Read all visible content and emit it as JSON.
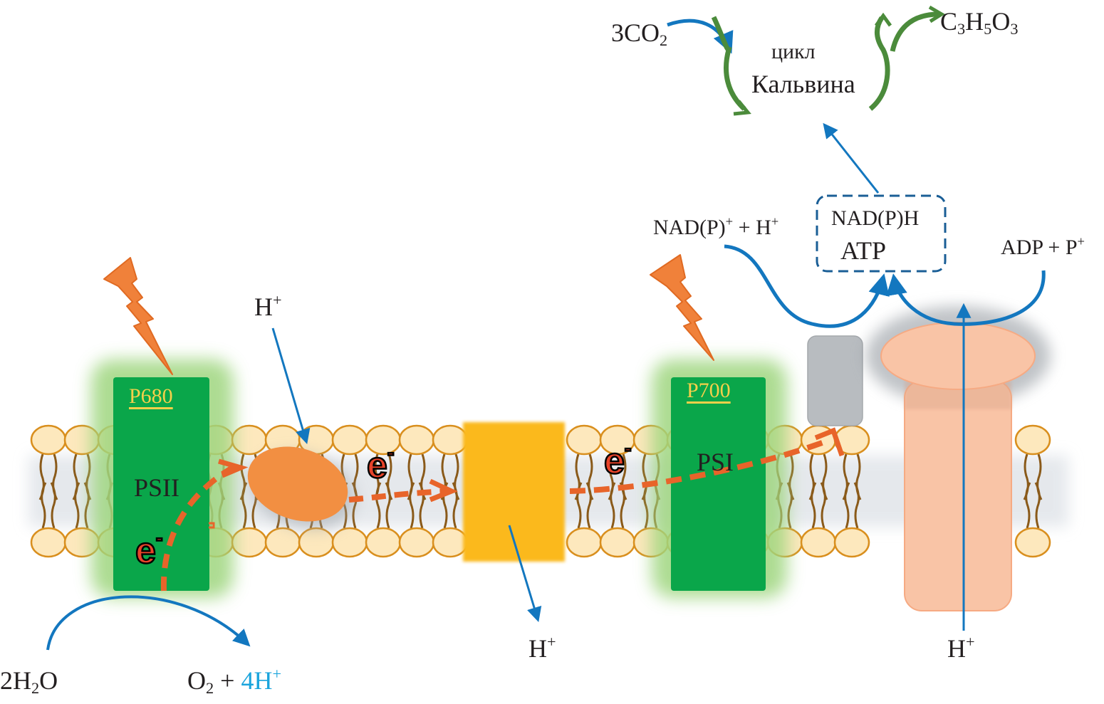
{
  "colors": {
    "electron_path": "#e8642a",
    "photon": "#f0813a",
    "photosystem": "#0aa64a",
    "photosystem_glow": "#9fd67f",
    "pigment_label": "#f5d04a",
    "plastoquinone": "#f28f42",
    "cytochrome": "#fbb91f",
    "ferredoxin": "#b8bcc0",
    "atp_synthase": "#f9c4a6",
    "lipid_head": "#fde8bd",
    "lipid_outline": "#d98f1e",
    "lipid_tail": "#8a5a1a",
    "proton_arrow": "#1377bf",
    "calvin_arrows": "#4b8b3b",
    "proton_highlight": "#1aa4dc"
  },
  "photosystem_ii": {
    "pigment": "P680",
    "name": "PSII",
    "electron": "e",
    "electron_charge": "-"
  },
  "plastoquinone": {
    "electron": "e",
    "electron_charge": "-"
  },
  "photosystem_i": {
    "pigment": "P700",
    "name": "PSI",
    "electron": "e",
    "electron_charge": "-"
  },
  "labels": {
    "proton_in_top": {
      "symbol": "H",
      "charge": "+"
    },
    "proton_cyt_bottom": {
      "symbol": "H",
      "charge": "+"
    },
    "proton_synthase_bottom": {
      "symbol": "H",
      "charge": "+"
    },
    "water": {
      "coef": "2H",
      "sub": "2",
      "rest": "O"
    },
    "oxygen_products": {
      "o": "O",
      "sub": "2",
      "plus": " + ",
      "protons": "4H",
      "charge": "+"
    },
    "nadp_reactants": {
      "text1": "NAD(P)",
      "sup1": "+",
      "text2": " + H",
      "sup2": "+"
    },
    "adp_reactants": {
      "text": "ADP + P",
      "sup": "+"
    },
    "products_box": {
      "line1": "NAD(P)H",
      "line2": "ATP"
    },
    "co2": {
      "text": "3CO",
      "sub": "2"
    },
    "calvin_line1": "цикл",
    "calvin_line2": "Кальвина",
    "c3": {
      "c": "C",
      "c_sub": "3",
      "h": "H",
      "h_sub": "5",
      "o": "O",
      "o_sub": "3"
    }
  }
}
